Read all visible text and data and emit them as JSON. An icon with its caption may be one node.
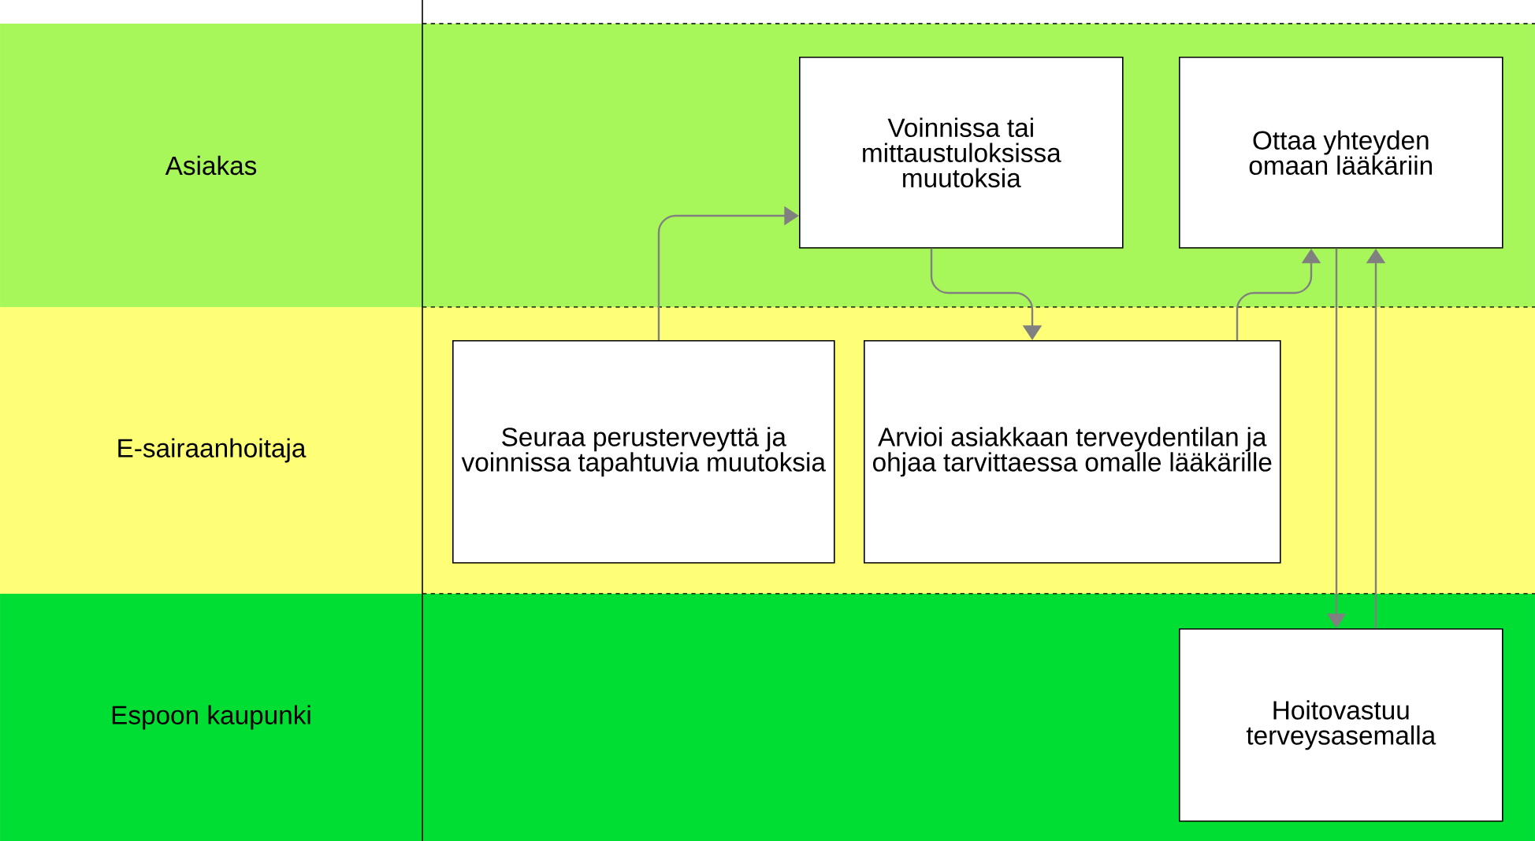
{
  "diagram": {
    "nodes": [
      {
        "text": [
          "Asiakas"
        ]
      },
      {
        "text": [
          "Voinnissa tai mittaustuloksissa muutoksia"
        ],
        "in": 0
      },
      {
        "text": [
          "Ottaa yhteyden omaan lääkäriin"
        ],
        "in": 0
      },
      {
        "text": [
          "E-sairaanhoitaja"
        ]
      },
      {
        "text": [
          "Seuraa perusterveyttä ja voinnissa tapahtuvia muutoksia"
        ],
        "in": 3
      },
      {
        "text": [
          "Arvioi asiakkaan terveydentilan ja ohjaa tarvittaessa omalle lääkärille"
        ],
        "in": 3
      },
      {
        "text": [
          "Espoon kaupunki"
        ]
      },
      {
        "text": [
          "Hoitovastuu terveysasemalla"
        ],
        "in": 6
      }
    ],
    "edges": [
      {
        "from": 4,
        "to": 1,
        "arrow": "to"
      },
      {
        "from": 1,
        "to": 5,
        "arrow": "to"
      },
      {
        "from": 5,
        "to": 2,
        "arrow": "to"
      },
      {
        "from": 2,
        "to": 7,
        "arrow": "to"
      },
      {
        "from": 7,
        "to": 2,
        "arrow": "to"
      }
    ]
  }
}
